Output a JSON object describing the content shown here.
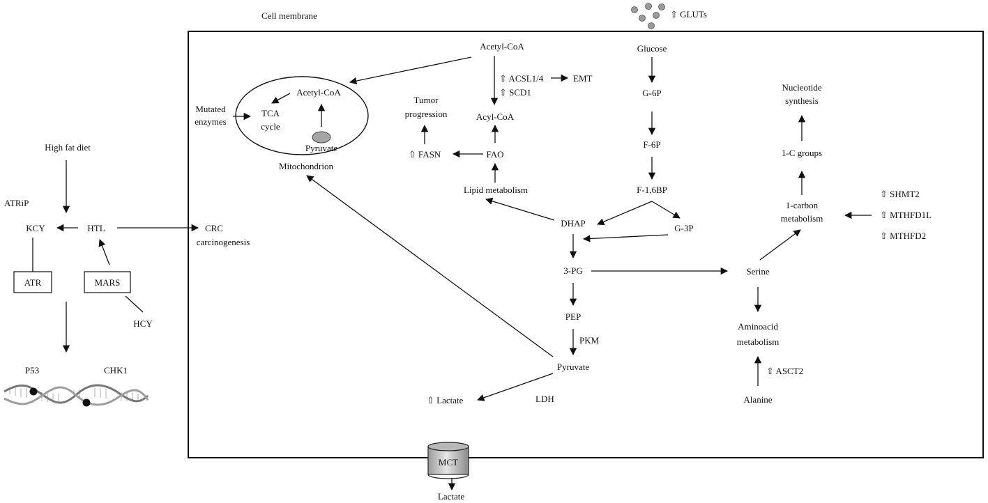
{
  "membrane": {
    "label": "Cell membrane"
  },
  "gluts": {
    "label": "⇧ GLUTs"
  },
  "glycolysis": {
    "glucose": "Glucose",
    "g6p": "G-6P",
    "f6p": "F-6P",
    "f16bp": "F-1,6BP",
    "dhap": "DHAP",
    "g3p": "G-3P",
    "pg3": "3-PG",
    "pep": "PEP",
    "pkm": "PKM",
    "pyruvate": "Pyruvate",
    "lactate": "⇧ Lactate",
    "ldh": "LDH"
  },
  "lipid": {
    "acetylcoa": "Acetyl-CoA",
    "acsl": "⇧ ACSL1/4",
    "scd1": "⇧ SCD1",
    "emt": "EMT",
    "acylcoa": "Acyl-CoA",
    "tumor_line1": "Tumor",
    "tumor_line2": "progression",
    "fasn": "⇧ FASN",
    "fao": "FAO",
    "lipid_metabolism": "Lipid metabolism"
  },
  "mito": {
    "acetylcoa": "Acetyl-CoA",
    "tca_line1": "TCA",
    "tca_line2": "cycle",
    "pyruvate": "Pyruvate",
    "label": "Mitochondrion",
    "mutated_line1": "Mutated",
    "mutated_line2": "enzymes"
  },
  "one_carbon": {
    "nucleotide_line1": "Nucleotide",
    "nucleotide_line2": "synthesis",
    "groups": "1-C groups",
    "metab_line1": "1-carbon",
    "metab_line2": "metabolism",
    "shmt2": "⇧ SHMT2",
    "mthfd1l": "⇧ MTHFD1L",
    "mthfd2": "⇧ MTHFD2"
  },
  "amino": {
    "serine": "Serine",
    "metab_line1": "Aminoacid",
    "metab_line2": "metabolism",
    "asct2": "⇧ ASCT2",
    "alanine": "Alanine"
  },
  "transport": {
    "mct": "MCT",
    "lactate_out": "Lactate"
  },
  "left": {
    "high_fat": "High fat diet",
    "atrip": "ATRiP",
    "kcy": "KCY",
    "htl": "HTL",
    "crc_line1": "CRC",
    "crc_line2": "carcinogenesis",
    "atr": "ATR",
    "mars": "MARS",
    "hcy": "HCY",
    "p53": "P53",
    "chk1": "CHK1"
  }
}
